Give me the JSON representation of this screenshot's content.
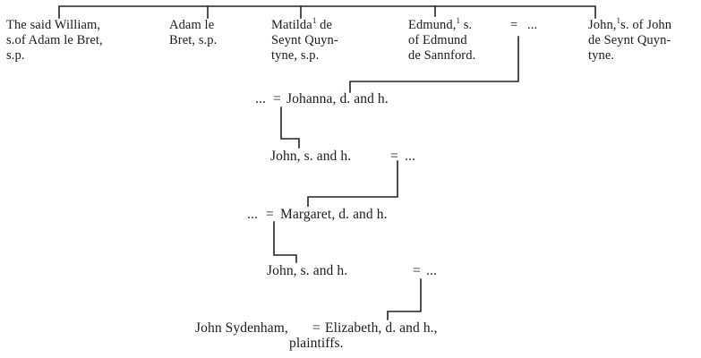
{
  "pedigree": {
    "children": [
      {
        "lines": [
          "The said William,",
          "s.of Adam le Bret,",
          "s.p."
        ]
      },
      {
        "lines": [
          "Adam le",
          "Bret, s.p."
        ]
      },
      {
        "lines_pre": [
          "Matilda",
          "Seynt Quyn-",
          "tyne, s.p."
        ],
        "first_after_mark": " de"
      },
      {
        "lines_pre": [
          "Edmund,",
          "of Edmund",
          "de Sannford."
        ],
        "first_after_mark": " s."
      },
      {
        "lines_pre": [
          "John,",
          "de Seynt Quyn-",
          "tyne."
        ],
        "first_after_mark": "s. of John"
      }
    ],
    "footnote_mark": "1",
    "spouse_unknown": "...",
    "gen1": "Johanna, d. and h.",
    "gen2": "John, s. and h.",
    "gen3": "Margaret, d. and h.",
    "gen4": "John, s. and h.",
    "final_left": "John Sydenham,",
    "final_right_l1": "Elizabeth, d. and h.,",
    "final_right_l2": "plaintiffs.",
    "marriage_sign": "="
  },
  "colors": {
    "ink": "#1c1c1c",
    "line": "#222222"
  }
}
